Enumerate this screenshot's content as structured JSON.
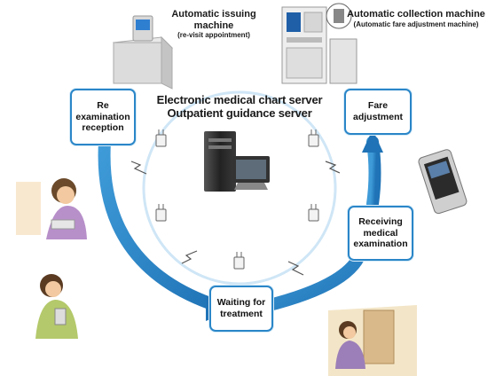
{
  "machines": {
    "issuing": {
      "title": "Automatic issuing machine",
      "subtitle": "(re-visit appointment)"
    },
    "collection": {
      "title": "Automatic collection machine",
      "subtitle": "(Automatic fare adjustment machine)"
    }
  },
  "server": {
    "line1": "Electronic medical chart server",
    "line2": "Outpatient guidance server"
  },
  "steps": {
    "reexamination": "Re examination reception",
    "fare": "Fare adjustment",
    "receiving": "Receiving medical examination",
    "waiting": "Waiting for treatment"
  },
  "colors": {
    "cycle_arrow": "#2a86c8",
    "inner_ring": "#cfe6f6",
    "box_border": "#2a86c8"
  }
}
